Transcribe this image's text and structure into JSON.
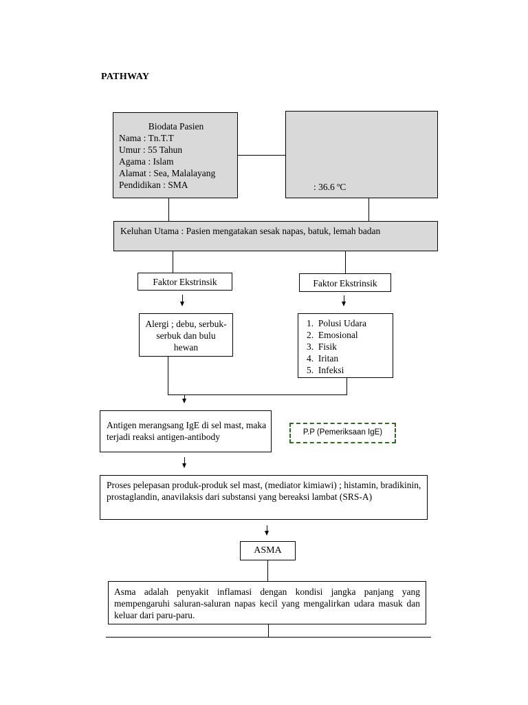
{
  "page_title": "PATHWAY",
  "biodata": {
    "heading": "Biodata Pasien",
    "lines": [
      "Nama : Tn.T.T",
      "Umur : 55 Tahun",
      "Agama : Islam",
      "Alamat : Sea, Malalayang",
      "Pendidikan : SMA"
    ]
  },
  "vitals": {
    "temperature": ": 36.6 ºC"
  },
  "keluhan": {
    "text": "Keluhan Utama : Pasien mengatakan sesak napas, batuk, lemah badan"
  },
  "left_factor": {
    "label": "Faktor Ekstrinsik",
    "details": "Alergi ; debu, serbuk-serbuk dan bulu hewan"
  },
  "right_factor": {
    "label": "Faktor Ekstrinsik",
    "items": [
      "1. Polusi Udara",
      "2. Emosional",
      "3. Fisik",
      "4. Iritan",
      "5. Infeksi"
    ]
  },
  "antigen": {
    "text": "Antigen merangsang IgE di sel mast, maka terjadi reaksi antigen-antibody"
  },
  "pemeriksaan": {
    "text": "P.P (Pemeriksaan IgE)"
  },
  "proses": {
    "text": "Proses pelepasan produk-produk sel mast, (mediator kimiawi) ; histamin, bradikinin, prostaglandin, anavilaksis dari substansi yang bereaksi lambat (SRS-A)"
  },
  "asma": {
    "label": "ASMA"
  },
  "definisi": {
    "text": "Asma adalah penyakit inflamasi dengan kondisi jangka panjang yang mempengaruhi saluran-saluran napas kecil yang mengalirkan udara masuk dan keluar dari paru-paru."
  },
  "colors": {
    "box_fill": "#d9d9d9",
    "dashed_border": "#2e6b21"
  }
}
